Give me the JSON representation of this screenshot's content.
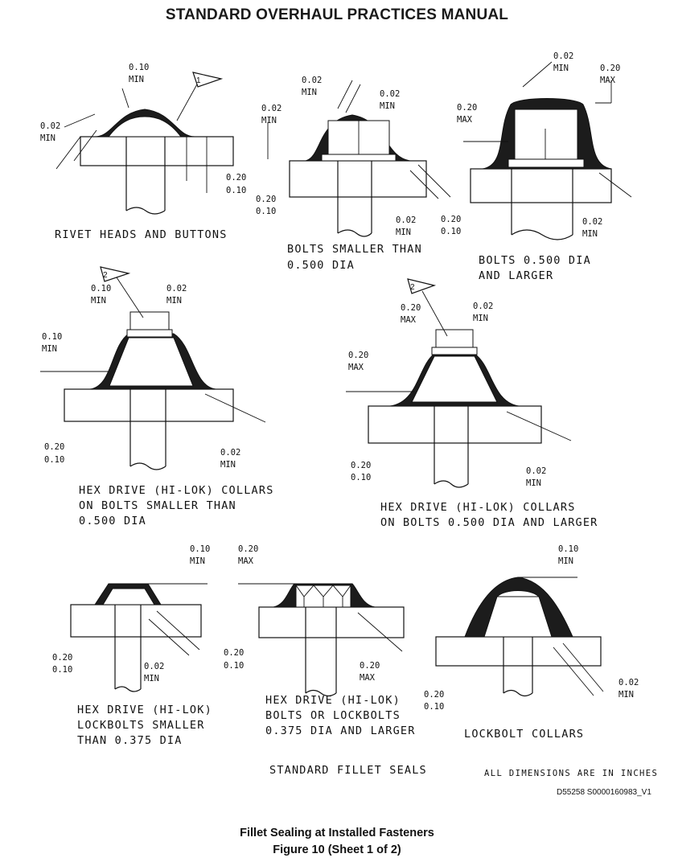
{
  "header": {
    "title": "STANDARD OVERHAUL PRACTICES MANUAL"
  },
  "figure": {
    "caption_line1": "Fillet Sealing at Installed Fasteners",
    "caption_line2": "Figure 10  (Sheet 1 of 2)",
    "subtitle": "STANDARD FILLET SEALS",
    "units_note": "ALL DIMENSIONS ARE IN INCHES",
    "ref_code": "D55258 S0000160983_V1"
  },
  "details": {
    "rivet": {
      "label": [
        "RIVET HEADS AND BUTTONS"
      ],
      "flag": "1",
      "dims": {
        "top_value": "0.10",
        "top_unit": "MIN",
        "left_value": "0.02",
        "left_unit": "MIN",
        "bottom_value_a": "0.20",
        "bottom_value_b": "0.10"
      }
    },
    "bolt_small": {
      "label": [
        "BOLTS SMALLER THAN",
        "0.500 DIA"
      ],
      "dims": {
        "top_value": "0.02",
        "top_unit": "MIN",
        "top2_value": "0.02",
        "top2_unit": "MIN",
        "left_value": "0.02",
        "left_unit": "MIN",
        "bottom_value_a": "0.20",
        "bottom_value_b": "0.10",
        "right_value": "0.02",
        "right_unit": "MIN"
      }
    },
    "bolt_large": {
      "label": [
        "BOLTS 0.500 DIA",
        "AND LARGER"
      ],
      "dims": {
        "top_value": "0.02",
        "top_unit": "MIN",
        "top_right_value": "0.20",
        "top_right_unit": "MAX",
        "left_value": "0.20",
        "left_unit": "MAX",
        "bottom_value_a": "0.20",
        "bottom_value_b": "0.10",
        "right_value": "0.02",
        "right_unit": "MIN"
      }
    },
    "hilok_small": {
      "label": [
        "HEX DRIVE (HI-LOK) COLLARS",
        "ON BOLTS SMALLER THAN",
        "0.500 DIA"
      ],
      "flag": "2",
      "dims": {
        "top_value": "0.10",
        "top_unit": "MIN",
        "top2_value": "0.02",
        "top2_unit": "MIN",
        "left_value": "0.10",
        "left_unit": "MIN",
        "bottom_value_a": "0.20",
        "bottom_value_b": "0.10",
        "right_value": "0.02",
        "right_unit": "MIN"
      }
    },
    "hilok_large": {
      "label": [
        "HEX DRIVE (HI-LOK) COLLARS",
        "ON BOLTS 0.500 DIA AND LARGER"
      ],
      "flag": "2",
      "dims": {
        "top_value": "0.20",
        "top_unit": "MAX",
        "top2_value": "0.02",
        "top2_unit": "MIN",
        "left_value": "0.20",
        "left_unit": "MAX",
        "bottom_value_a": "0.20",
        "bottom_value_b": "0.10",
        "right_value": "0.02",
        "right_unit": "MIN"
      }
    },
    "lockbolt_small": {
      "label": [
        "HEX DRIVE (HI-LOK)",
        "LOCKBOLTS SMALLER",
        "THAN 0.375 DIA"
      ],
      "dims": {
        "top_value": "0.10",
        "top_unit": "MIN",
        "bottom_value_a": "0.20",
        "bottom_value_b": "0.10",
        "right_value": "0.02",
        "right_unit": "MIN"
      }
    },
    "lockbolt_large": {
      "label": [
        "HEX DRIVE (HI-LOK)",
        "BOLTS OR LOCKBOLTS",
        "0.375 DIA AND LARGER"
      ],
      "dims": {
        "top_value": "0.20",
        "top_unit": "MAX",
        "bottom_value_a": "0.20",
        "bottom_value_b": "0.10",
        "right_value": "0.20",
        "right_unit": "MAX"
      }
    },
    "lockbolt_collar": {
      "label": [
        "LOCKBOLT COLLARS"
      ],
      "dims": {
        "top_value": "0.10",
        "top_unit": "MIN",
        "bottom_value_a": "0.20",
        "bottom_value_b": "0.10",
        "right_value": "0.02",
        "right_unit": "MIN"
      }
    }
  }
}
